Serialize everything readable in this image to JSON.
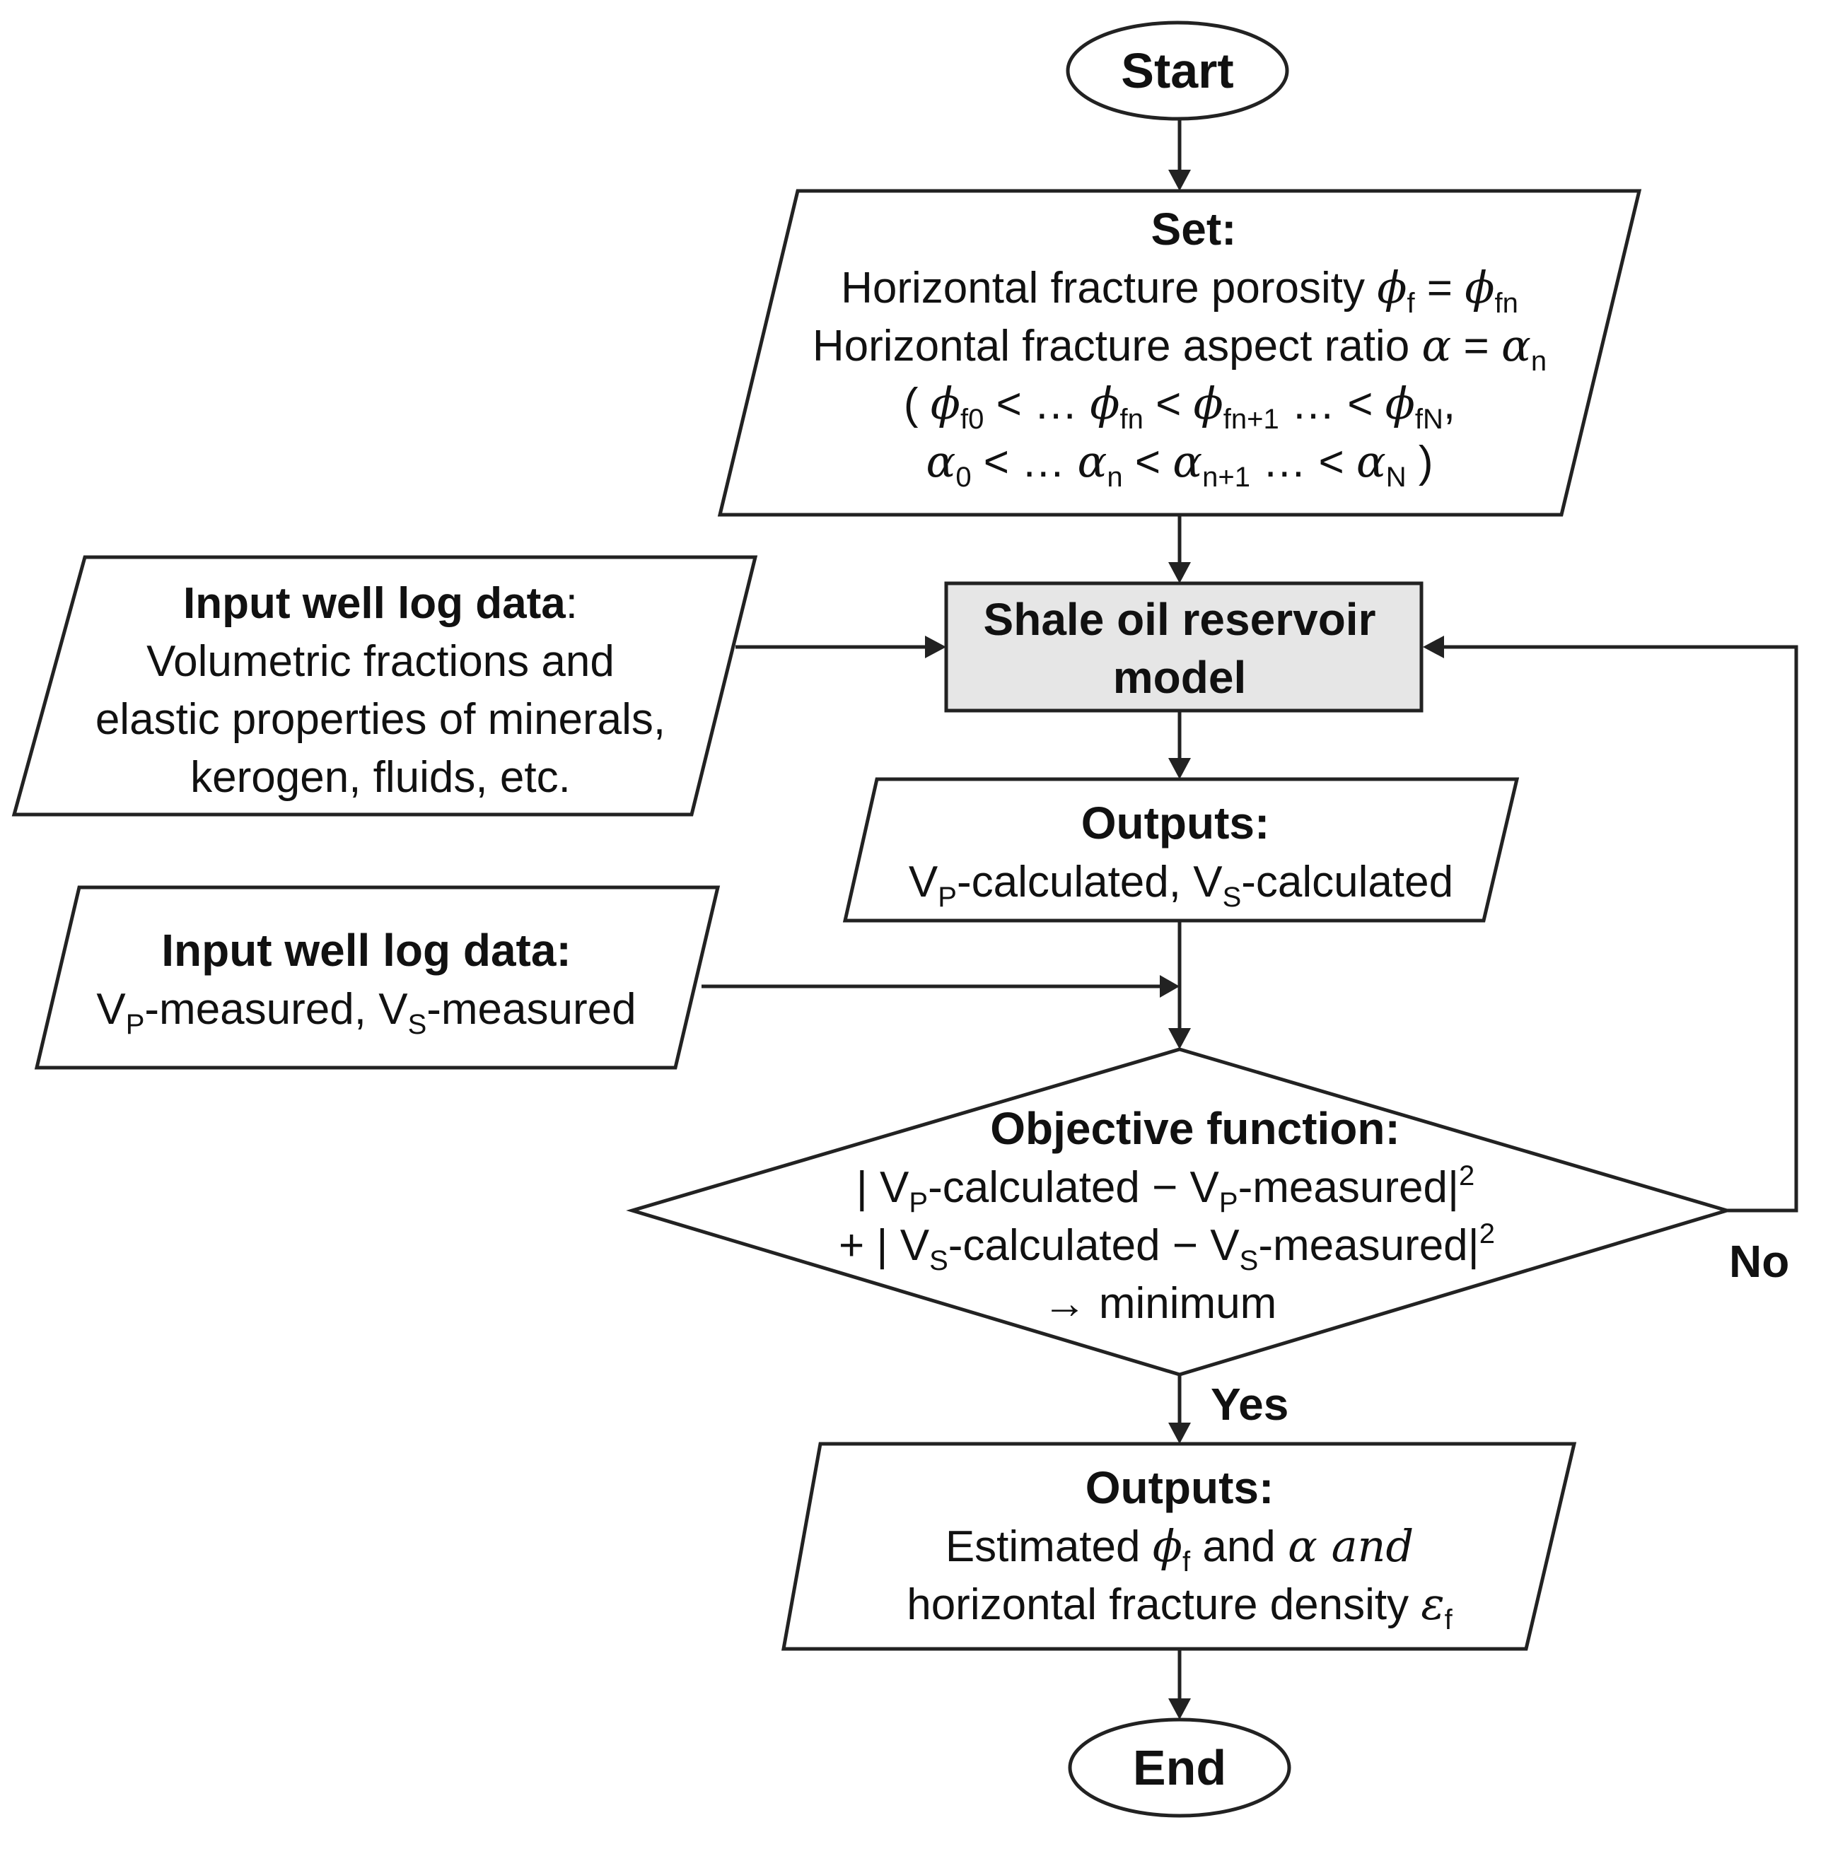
{
  "start": {
    "label": "Start"
  },
  "set_box": {
    "title": "Set:",
    "line1_text": "Horizontal fracture porosity ",
    "line1_phi": "ϕ",
    "line1_sub1": "f",
    "line1_eq": " = ",
    "line1_sub2": "fn",
    "line2_text": "Horizontal fracture aspect ratio ",
    "line2_alpha": "α",
    "line2_eq": " = ",
    "line2_sub": "n",
    "line3_open": "( ",
    "line3_sub_f0": "f0",
    "line3_mid1": " < … ",
    "line3_sub_fn": "fn",
    "line3_lt": " < ",
    "line3_sub_fn1": "fn+1",
    "line3_mid2": " … < ",
    "line3_sub_fN": "fN",
    "line3_comma": ",",
    "line4_sub_0": "0",
    "line4_mid1": " < … ",
    "line4_sub_n": "n",
    "line4_lt": " < ",
    "line4_sub_n1": "n+1",
    "line4_mid2": " … < ",
    "line4_sub_N": "N",
    "line4_close": " )"
  },
  "input_box_1": {
    "title": "Input well log data",
    "title_colon": ":",
    "line1": "Volumetric fractions and",
    "line2": "elastic properties of minerals,",
    "line3": "kerogen, fluids, etc."
  },
  "model_box": {
    "line1": "Shale oil reservoir",
    "line2": "model"
  },
  "outputs_box_1": {
    "title": "Outputs:",
    "v": "V",
    "sub_p": "P",
    "sub_s": "S",
    "p_text": "-calculated, ",
    "s_text": "-calculated"
  },
  "input_box_2": {
    "title": "Input well log data:",
    "v": "V",
    "sub_p": "P",
    "sub_s": "S",
    "p_text": "-measured, ",
    "s_text": "-measured"
  },
  "objective": {
    "title": "Objective function:",
    "l1_open": "| V",
    "sub_p": "P",
    "sub_s": "S",
    "calc_minus": "-calculated − V",
    "measured_bar": "-measured|",
    "sup": "2",
    "l2_open": "+ | V",
    "line3": "→  minimum"
  },
  "branch_labels": {
    "no": "No",
    "yes": "Yes"
  },
  "outputs_box_2": {
    "title": "Outputs:",
    "l1_text": "Estimated ",
    "phi": "ϕ",
    "sub_f": "f",
    "l1_and": " and ",
    "alpha_and": "α and",
    "l2_text": "horizontal fracture density ",
    "eps": "ε",
    "eps_sub": "f"
  },
  "end": {
    "label": "End"
  }
}
